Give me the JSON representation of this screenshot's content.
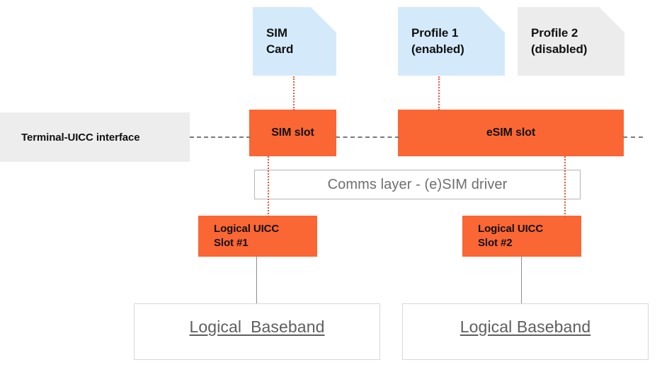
{
  "diagram": {
    "title": "Terminal UICC / eSIM slot architecture",
    "colors": {
      "orange": "#FA6634",
      "card_blue": "#D4EAFB",
      "card_gray": "#ECECEC",
      "block_gray": "#EDEDED",
      "dotted_red": "#F4503C",
      "dashed_gray": "#7A7A7A",
      "solid_gray": "#8C8C8C",
      "text_dark": "#111111",
      "text_muted": "#6E6E6E"
    },
    "cards": [
      {
        "id": "sim-card",
        "line1": "SIM",
        "line2": "Card",
        "style": "blue"
      },
      {
        "id": "profile-1",
        "line1": "Profile 1",
        "line2": "(enabled)",
        "style": "blue"
      },
      {
        "id": "profile-2",
        "line1": "Profile 2",
        "line2": "(disabled)",
        "style": "gray"
      }
    ],
    "interface_block": {
      "label": "Terminal-UICC interface"
    },
    "slots": [
      {
        "id": "sim-slot",
        "label": "SIM slot"
      },
      {
        "id": "esim-slot",
        "label": "eSIM slot"
      }
    ],
    "comms_layer": {
      "label": "Comms layer - (e)SIM driver"
    },
    "logical_uicc_slots": [
      {
        "id": "logical-uicc-slot-1",
        "line1": "Logical UICC",
        "line2": "Slot #1"
      },
      {
        "id": "logical-uicc-slot-2",
        "line1": "Logical UICC",
        "line2": "Slot #2"
      }
    ],
    "basebands": [
      {
        "id": "logical-baseband-1",
        "label": "Logical  Baseband"
      },
      {
        "id": "logical-baseband-2",
        "label": "Logical Baseband"
      }
    ]
  }
}
